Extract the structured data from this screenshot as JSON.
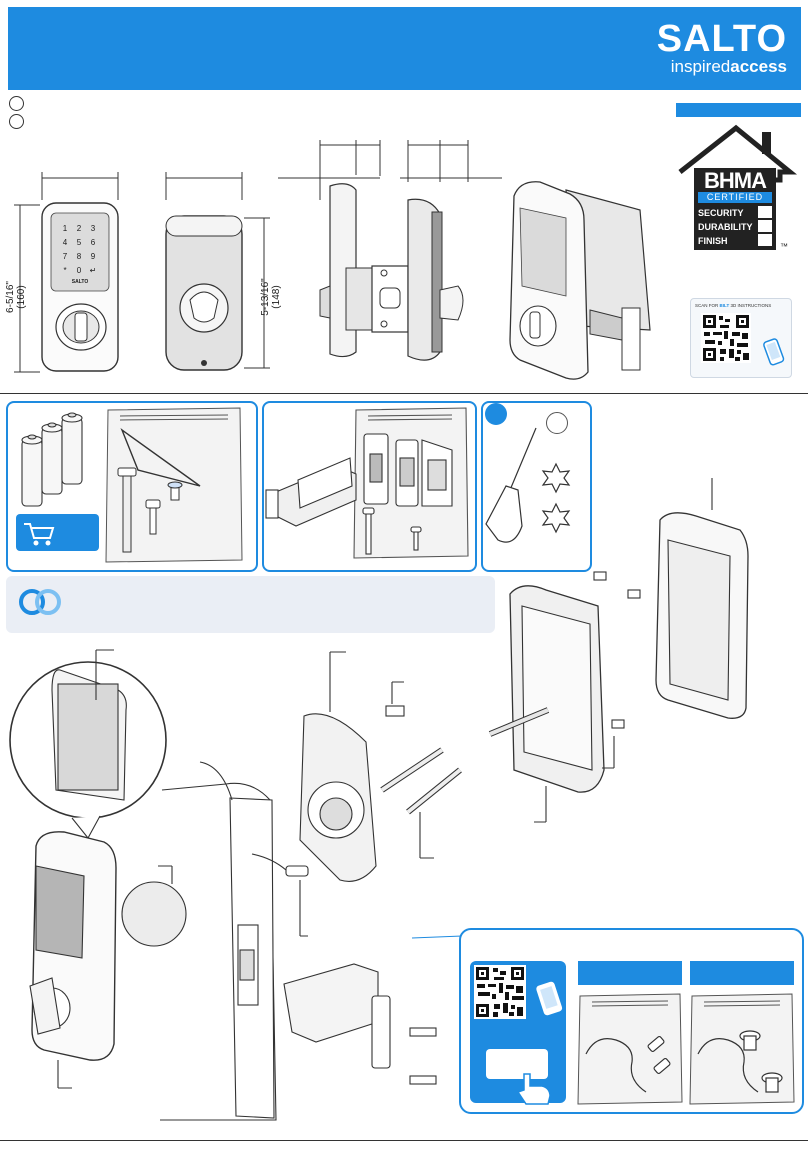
{
  "brand": {
    "name": "SALTO",
    "tagline_light": "inspired",
    "tagline_bold": "access",
    "header_color": "#1e8be0"
  },
  "certification": {
    "logo": "BHMA",
    "badge": "CERTIFIED",
    "grades": [
      "SECURITY",
      "DURABILITY",
      "FINISH"
    ],
    "trademark": "™"
  },
  "scan_card": {
    "prefix": "SCAN FOR",
    "highlight": "BILT",
    "suffix": "3D INSTRUCTIONS",
    "icon": "qr-code-icon"
  },
  "keypad": {
    "keys": [
      "1",
      "2",
      "3",
      "4",
      "5",
      "6",
      "7",
      "8",
      "9",
      "*",
      "0",
      "↵"
    ],
    "logo": "SALTO"
  },
  "dimensions": {
    "height_front": "6-5/16\"",
    "height_front_mm": "(160)",
    "height_back": "5-13/16\"",
    "height_back_mm": "(148)"
  },
  "icons": {
    "cart": "shopping-cart-icon",
    "link": "link-icon",
    "screwdriver": "phillips-screwdriver-icon",
    "torx": "torx-bit-icon",
    "phone": "smartphone-icon",
    "hand": "pointing-hand-icon"
  }
}
